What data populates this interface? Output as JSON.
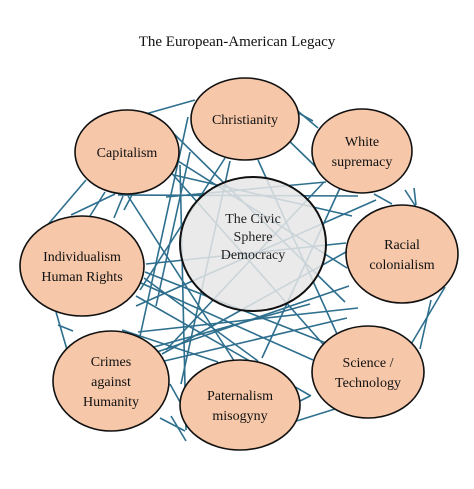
{
  "title": "The European-American Legacy",
  "colors": {
    "node_fill": "#f6c7a9",
    "center_fill": "#e6e6e6",
    "connector": "#2e6f8e",
    "outline": "#111111"
  },
  "center": {
    "lines": [
      "The Civic",
      "Sphere",
      "Democracy"
    ]
  },
  "nodes": [
    {
      "id": "christianity",
      "lines": [
        "Christianity"
      ]
    },
    {
      "id": "white-supremacy",
      "lines": [
        "White",
        "supremacy"
      ]
    },
    {
      "id": "racial-colonialism",
      "lines": [
        "Racial",
        "colonialism"
      ]
    },
    {
      "id": "science-technology",
      "lines": [
        "Science /",
        "Technology"
      ]
    },
    {
      "id": "paternalism-misogyny",
      "lines": [
        "Paternalism",
        "misogyny"
      ]
    },
    {
      "id": "crimes-against-humanity",
      "lines": [
        "Crimes",
        "against",
        "Humanity"
      ]
    },
    {
      "id": "individualism-human-rights",
      "lines": [
        "Individualism",
        "Human Rights"
      ]
    },
    {
      "id": "capitalism",
      "lines": [
        "Capitalism"
      ]
    }
  ]
}
